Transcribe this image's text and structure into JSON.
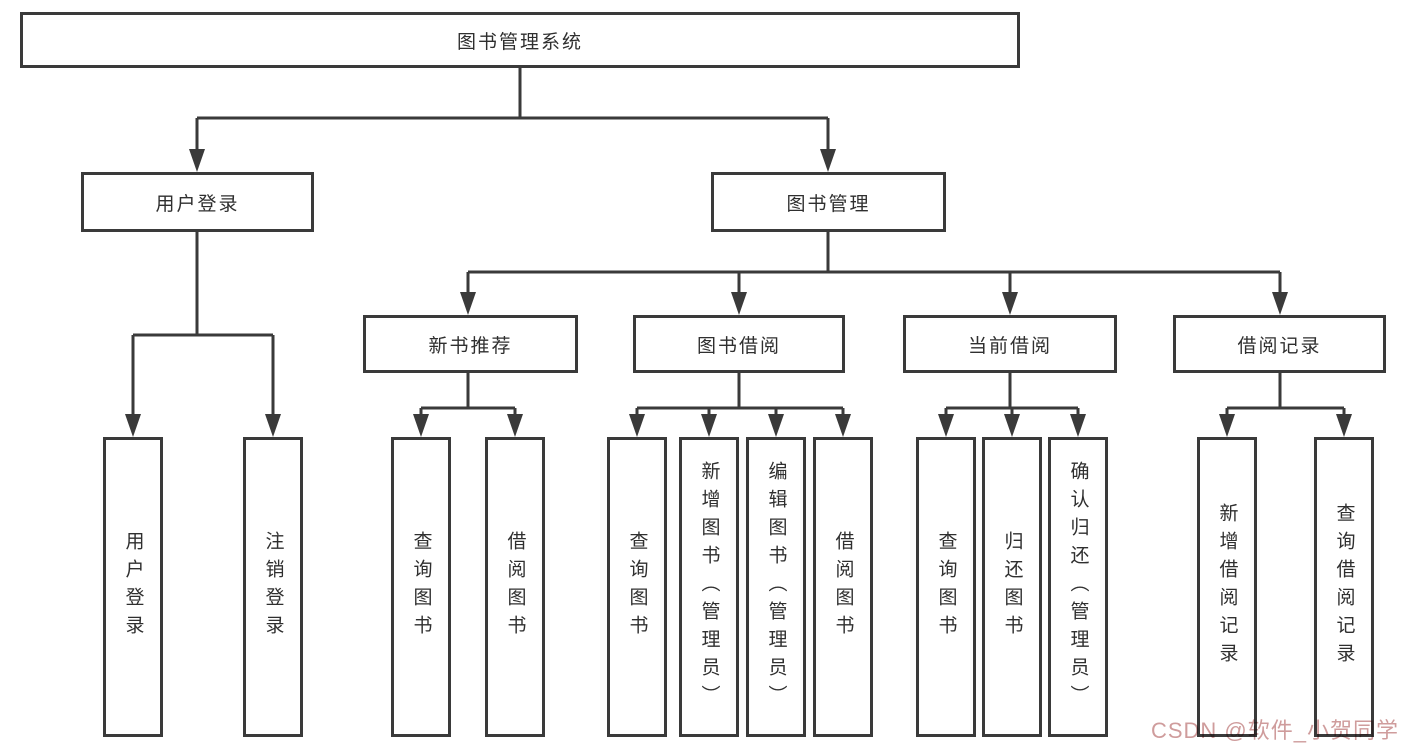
{
  "tree": {
    "root": {
      "label": "图书管理系统"
    },
    "children": [
      {
        "label": "用户登录",
        "children": [
          {
            "label": "用户登录"
          },
          {
            "label": "注销登录"
          }
        ]
      },
      {
        "label": "图书管理",
        "children": [
          {
            "label": "新书推荐",
            "children": [
              {
                "label": "查询图书"
              },
              {
                "label": "借阅图书"
              }
            ]
          },
          {
            "label": "图书借阅",
            "children": [
              {
                "label": "查询图书"
              },
              {
                "label": "新增图书（管理员）"
              },
              {
                "label": "编辑图书（管理员）"
              },
              {
                "label": "借阅图书"
              }
            ]
          },
          {
            "label": "当前借阅",
            "children": [
              {
                "label": "查询图书"
              },
              {
                "label": "归还图书"
              },
              {
                "label": "确认归还（管理员）"
              }
            ]
          },
          {
            "label": "借阅记录",
            "children": [
              {
                "label": "新增借阅记录"
              },
              {
                "label": "查询借阅记录"
              }
            ]
          }
        ]
      }
    ]
  },
  "watermark": {
    "text": "CSDN @软件_小贺同学",
    "color": "#cf9c9c"
  },
  "colors": {
    "line": "#3a3a3a",
    "text": "#2f2f2f",
    "background": "#ffffff"
  }
}
